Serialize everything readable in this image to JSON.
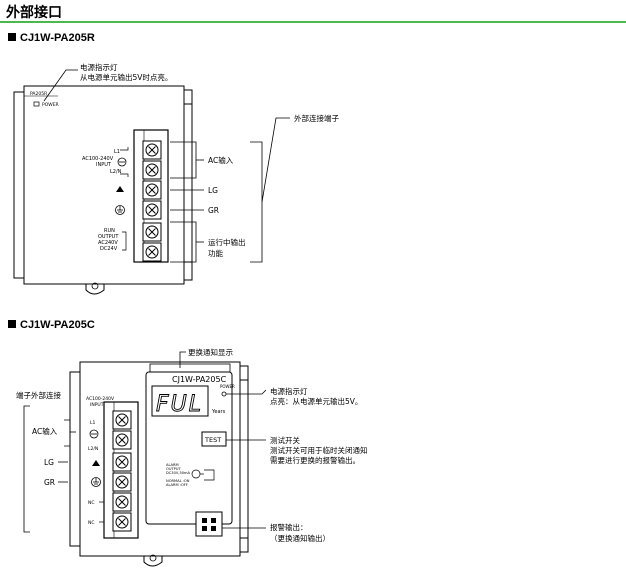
{
  "page_title": "外部接口",
  "section_r": {
    "title": "CJ1W-PA205R",
    "module_label": "PA205R",
    "power_label": "POWER",
    "power_led_callout_1": "电源指示灯",
    "power_led_callout_2": "从电源单元输出5V时点亮。",
    "external_terminal": "外部连接端子",
    "terminal_input_label_1": "AC100-240V",
    "terminal_input_label_2": "INPUT",
    "l1": "L1",
    "l2n": "L2/N",
    "ac_input": "AC输入",
    "lg": "LG",
    "gr": "GR",
    "run_output_1": "RUN",
    "run_output_2": "OUTPUT",
    "run_output_3": "AC240V",
    "run_output_4": "DC24V",
    "run_output_callout_1": "运行中输出",
    "run_output_callout_2": "功能"
  },
  "section_c": {
    "title": "CJ1W-PA205C",
    "replacement_display": "更换通知显示",
    "module_label": "CJ1W-PA205C",
    "power_label": "POWER",
    "seg_display": "FUL",
    "years": "Years",
    "test_button": "TEST",
    "power_led_callout_1": "电源指示灯",
    "power_led_callout_2": "点亮：从电源单元输出5V。",
    "test_callout_1": "测试开关",
    "test_callout_2": "测试开关可用于临时关闭通知",
    "test_callout_3": "需要进行更换的报警输出。",
    "terminal_external": "端子外部连接",
    "input_label_1": "AC100-240V",
    "input_label_2": "INPUT",
    "l1": "L1",
    "l2n": "L2/N",
    "ac_input": "AC输入",
    "lg": "LG",
    "gr": "GR",
    "nc": "NC",
    "alarm_text_1": "ALARM",
    "alarm_text_2": "OUTPUT",
    "alarm_text_3": "DC30V,50mA",
    "alarm_text_4": "NORMAL :ON",
    "alarm_text_5": "ALARM :OFF",
    "alarm_callout_1": "报警输出：",
    "alarm_callout_2": "（更换通知输出）"
  }
}
